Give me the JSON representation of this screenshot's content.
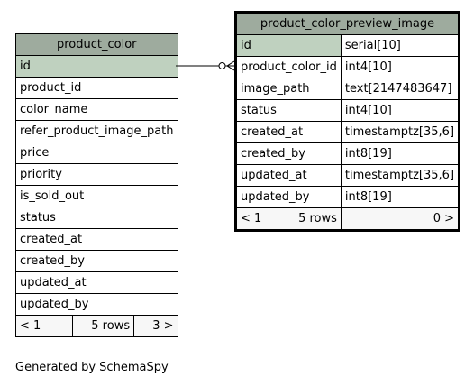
{
  "footer": {
    "generated_by": "Generated by SchemaSpy"
  },
  "tables": {
    "product_color": {
      "name": "product_color",
      "columns": [
        "id",
        "product_id",
        "color_name",
        "refer_product_image_path",
        "price",
        "priority",
        "is_sold_out",
        "status",
        "created_at",
        "created_by",
        "updated_at",
        "updated_by"
      ],
      "footer": {
        "left": "< 1",
        "rows": "5 rows",
        "right": "3 >"
      }
    },
    "product_color_preview_image": {
      "name": "product_color_preview_image",
      "columns": [
        {
          "name": "id",
          "type": "serial[10]"
        },
        {
          "name": "product_color_id",
          "type": "int4[10]"
        },
        {
          "name": "image_path",
          "type": "text[2147483647]"
        },
        {
          "name": "status",
          "type": "int4[10]"
        },
        {
          "name": "created_at",
          "type": "timestamptz[35,6]"
        },
        {
          "name": "created_by",
          "type": "int8[19]"
        },
        {
          "name": "updated_at",
          "type": "timestamptz[35,6]"
        },
        {
          "name": "updated_by",
          "type": "int8[19]"
        }
      ],
      "footer": {
        "left": "< 1",
        "rows": "5 rows",
        "right": "0 >"
      }
    }
  },
  "colors": {
    "header": "#9eab9e",
    "primary_key": "#bfd1bf",
    "footer": "#f7f7f7"
  }
}
